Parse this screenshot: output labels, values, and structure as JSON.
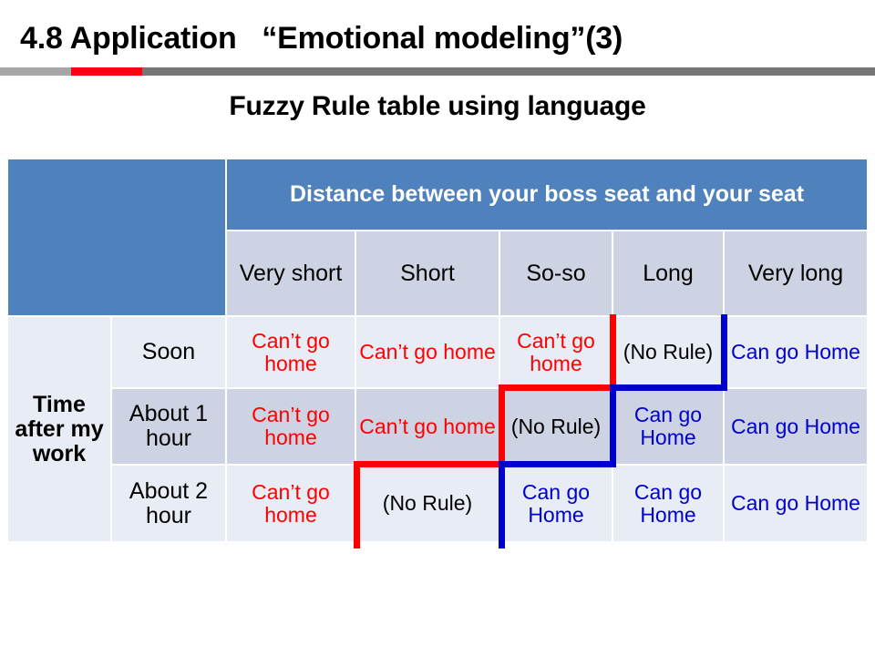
{
  "slide": {
    "title": "4.8 Application   “Emotional modeling”(3)",
    "subtitle": "Fuzzy Rule table using language"
  },
  "colors": {
    "header_blue": "#4f81bd",
    "subheader_blue": "#ced3e3",
    "row_light": "#e8ecf5",
    "row_dark": "#ced3e3",
    "cant_go_red": "#ff0000",
    "can_go_blue": "#0000cc",
    "divider_light_gray": "#a6a6a6",
    "divider_red": "#ff0013",
    "divider_dark_gray": "#767676"
  },
  "table": {
    "corner_label": "",
    "column_group_header": "Distance between your boss seat and your seat",
    "column_headers": [
      "Very short",
      "Short",
      "So-so",
      "Long",
      "Very long"
    ],
    "row_group_label": "Time after my work",
    "row_headers": [
      "Soon",
      "About 1 hour",
      "About 2 hour"
    ],
    "rows": [
      {
        "label": "Soon",
        "cells": [
          {
            "text": "Can’t go home",
            "kind": "cant"
          },
          {
            "text": "Can’t go home",
            "kind": "cant"
          },
          {
            "text": "Can’t go home",
            "kind": "cant"
          },
          {
            "text": "(No Rule)",
            "kind": "none"
          },
          {
            "text": "Can go Home",
            "kind": "can"
          }
        ]
      },
      {
        "label": "About 1 hour",
        "cells": [
          {
            "text": "Can’t go home",
            "kind": "cant"
          },
          {
            "text": "Can’t go home",
            "kind": "cant"
          },
          {
            "text": "(No Rule)",
            "kind": "none"
          },
          {
            "text": "Can go Home",
            "kind": "can"
          },
          {
            "text": "Can go Home",
            "kind": "can"
          }
        ]
      },
      {
        "label": "About 2 hour",
        "cells": [
          {
            "text": "Can’t go home",
            "kind": "cant"
          },
          {
            "text": "(No Rule)",
            "kind": "none"
          },
          {
            "text": "Can go Home",
            "kind": "can"
          },
          {
            "text": "Can go Home",
            "kind": "can"
          },
          {
            "text": "Can go Home",
            "kind": "can"
          }
        ]
      }
    ]
  }
}
